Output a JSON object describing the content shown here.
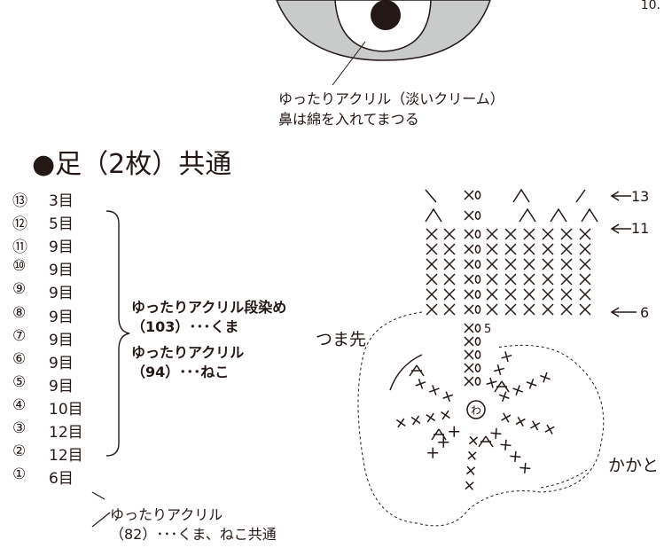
{
  "top_page_number": "10.",
  "nose_note": {
    "line1": "ゆったりアクリル（淡いクリーム）",
    "line2": "鼻は綿を入れてまつる"
  },
  "section_title": "●足（2枚）共通",
  "rows": [
    {
      "num": "⑬",
      "count": "3目"
    },
    {
      "num": "⑫",
      "count": "5目"
    },
    {
      "num": "⑪",
      "count": "9目"
    },
    {
      "num": "⑩",
      "count": "9目"
    },
    {
      "num": "⑨",
      "count": "9目"
    },
    {
      "num": "⑧",
      "count": "9目"
    },
    {
      "num": "⑦",
      "count": "9目"
    },
    {
      "num": "⑥",
      "count": "9目"
    },
    {
      "num": "⑤",
      "count": "9目"
    },
    {
      "num": "④",
      "count": "10目"
    },
    {
      "num": "③",
      "count": "12目"
    },
    {
      "num": "②",
      "count": "12目"
    },
    {
      "num": "①",
      "count": "6目"
    }
  ],
  "yarn_upper": {
    "line1": "ゆったりアクリル段染め",
    "line2": "（103）･･･くま",
    "line3": "ゆったりアクリル",
    "line4": "（94）･･･ねこ"
  },
  "yarn_lower": {
    "line1": "ゆったりアクリル",
    "line2": "（82）･･･くま、ねこ共通"
  },
  "labels": {
    "toe": "つま先",
    "heel": "かかと",
    "ring": "わ",
    "row5": "5"
  },
  "arrows": [
    {
      "label": "13"
    },
    {
      "label": "11"
    },
    {
      "label": "6"
    }
  ],
  "colors": {
    "ink": "#231815",
    "eye_fill": "#c9caca"
  }
}
